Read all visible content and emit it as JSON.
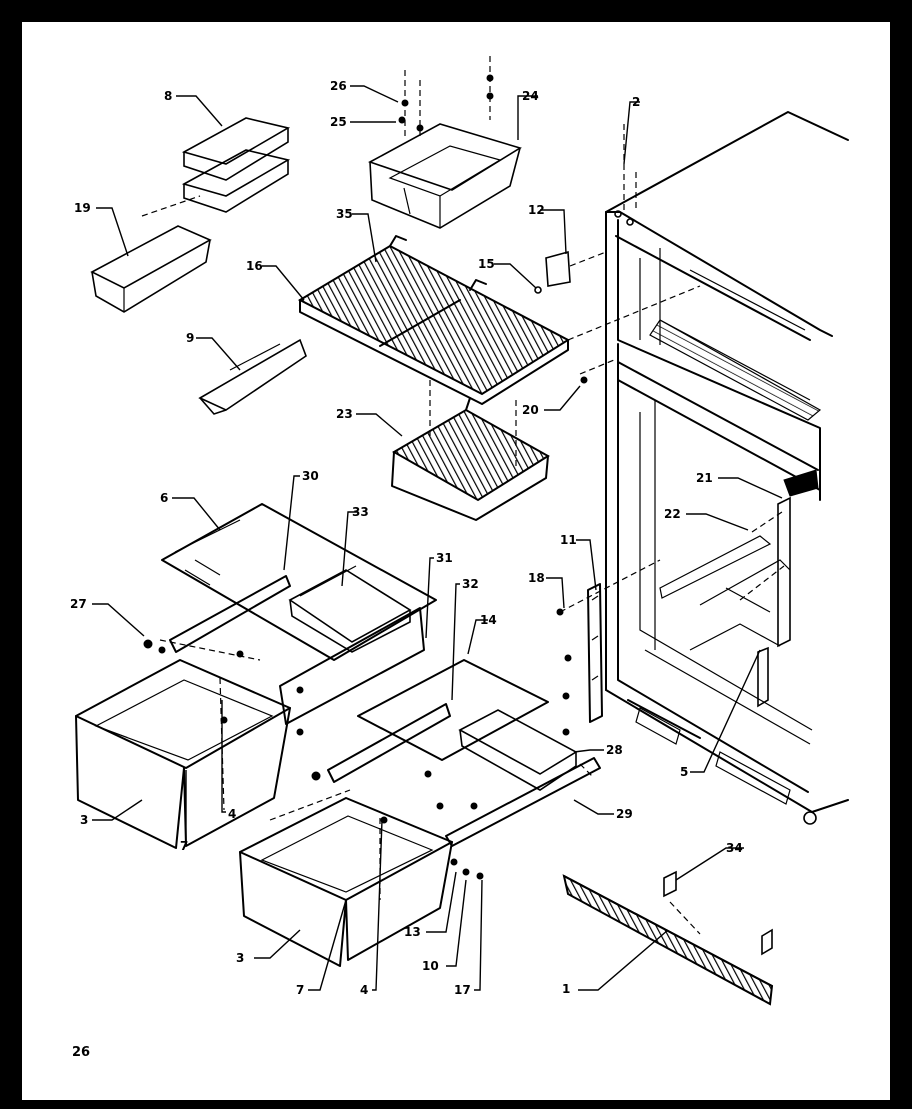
{
  "page_number": "26",
  "callouts": [
    {
      "id": "c1",
      "text": "1"
    },
    {
      "id": "c2",
      "text": "2"
    },
    {
      "id": "c3a",
      "text": "3"
    },
    {
      "id": "c3b",
      "text": "3"
    },
    {
      "id": "c4a",
      "text": "4"
    },
    {
      "id": "c4b",
      "text": "4"
    },
    {
      "id": "c5",
      "text": "5"
    },
    {
      "id": "c6",
      "text": "6"
    },
    {
      "id": "c7a",
      "text": "7"
    },
    {
      "id": "c7b",
      "text": "7"
    },
    {
      "id": "c8",
      "text": "8"
    },
    {
      "id": "c9",
      "text": "9"
    },
    {
      "id": "c10",
      "text": "10"
    },
    {
      "id": "c11",
      "text": "11"
    },
    {
      "id": "c12",
      "text": "12"
    },
    {
      "id": "c13",
      "text": "13"
    },
    {
      "id": "c14",
      "text": "14"
    },
    {
      "id": "c15",
      "text": "15"
    },
    {
      "id": "c16",
      "text": "16"
    },
    {
      "id": "c17",
      "text": "17"
    },
    {
      "id": "c18",
      "text": "18"
    },
    {
      "id": "c19",
      "text": "19"
    },
    {
      "id": "c20",
      "text": "20"
    },
    {
      "id": "c21",
      "text": "21"
    },
    {
      "id": "c22",
      "text": "22"
    },
    {
      "id": "c23",
      "text": "23"
    },
    {
      "id": "c24",
      "text": "24"
    },
    {
      "id": "c25",
      "text": "25"
    },
    {
      "id": "c26",
      "text": "26"
    },
    {
      "id": "c27",
      "text": "27"
    },
    {
      "id": "c28",
      "text": "28"
    },
    {
      "id": "c29",
      "text": "29"
    },
    {
      "id": "c30",
      "text": "30"
    },
    {
      "id": "c31",
      "text": "31"
    },
    {
      "id": "c32",
      "text": "32"
    },
    {
      "id": "c33",
      "text": "33"
    },
    {
      "id": "c34",
      "text": "34"
    },
    {
      "id": "c35",
      "text": "35"
    }
  ]
}
